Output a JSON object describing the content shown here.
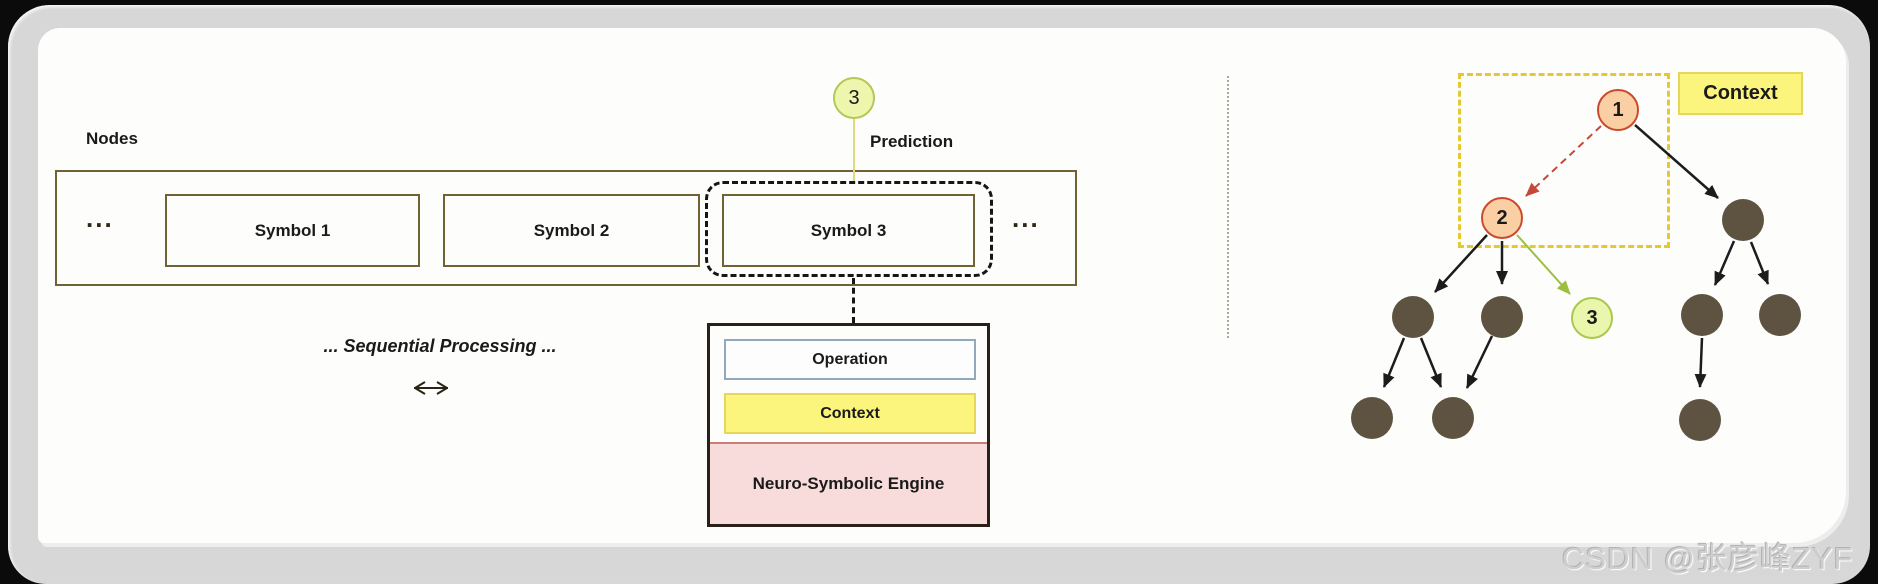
{
  "watermark": "CSDN @张彦峰ZYF",
  "left_panel": {
    "nodes_label": "Nodes",
    "ellipsis_left": "...",
    "ellipsis_right": "...",
    "symbols": [
      {
        "label": "Symbol 1"
      },
      {
        "label": "Symbol 2"
      },
      {
        "label": "Symbol 3"
      }
    ],
    "prediction_label": "Prediction",
    "prediction_badge": "3",
    "sequential_text": "... Sequential Processing ...",
    "bidirectional_arrow": "⟷",
    "engine": {
      "operation_label": "Operation",
      "context_label": "Context",
      "title": "Neuro-Symbolic Engine"
    }
  },
  "right_panel": {
    "context_label": "Context",
    "tree_nodes": {
      "node1": "1",
      "node2": "2",
      "node3": "3"
    }
  },
  "colors": {
    "accent_yellow": "#fbf47d",
    "accent_pink": "#f8dcdb",
    "badge_green": "#eef6ad",
    "node_orange": "#fbcfa4",
    "node_orange_border": "#cb4a2d",
    "node_green": "#ebf6ad",
    "node_dark": "#5d5340",
    "box_border_olive": "#6f6336",
    "operation_border": "#93a9bb",
    "dashed_context_yellow": "#e5c832",
    "arrow_red": "#c6483a",
    "arrow_green": "#9cbf41"
  }
}
